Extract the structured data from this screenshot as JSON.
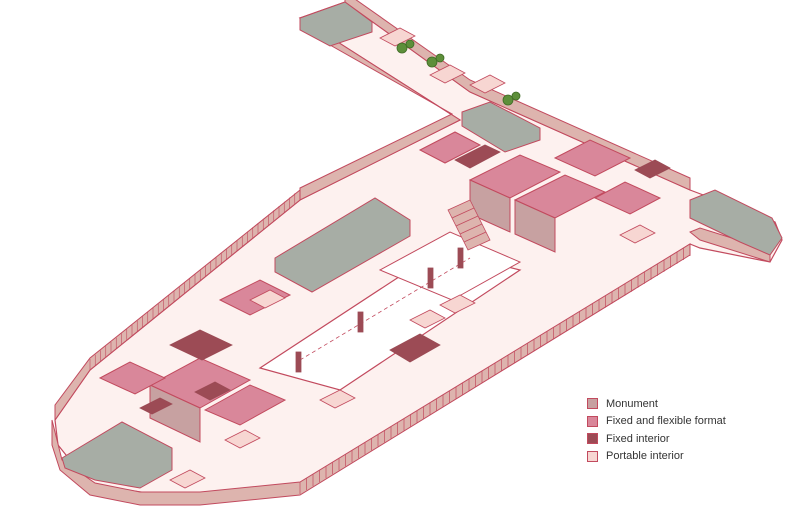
{
  "colors": {
    "stroke": "#c24a5e",
    "monument": "#c7a1a1",
    "fixed_flexible": "#d9879a",
    "fixed_interior": "#9c4b55",
    "portable_interior": "#f7d6d2",
    "floor": "#fdf1ef",
    "roof": "#a7ada5",
    "wall": "#ddb4ae",
    "plants": "#5d8f3a"
  },
  "legend": {
    "items": [
      {
        "label": "Monument",
        "color": "#c7a1a1",
        "icon": "swatch-square"
      },
      {
        "label": "Fixed and flexible format",
        "color": "#d9879a",
        "icon": "swatch-square"
      },
      {
        "label": "Fixed interior",
        "color": "#9c4b55",
        "icon": "swatch-square"
      },
      {
        "label": "Portable interior",
        "color": "#f7d6d2",
        "icon": "swatch-square"
      }
    ]
  }
}
